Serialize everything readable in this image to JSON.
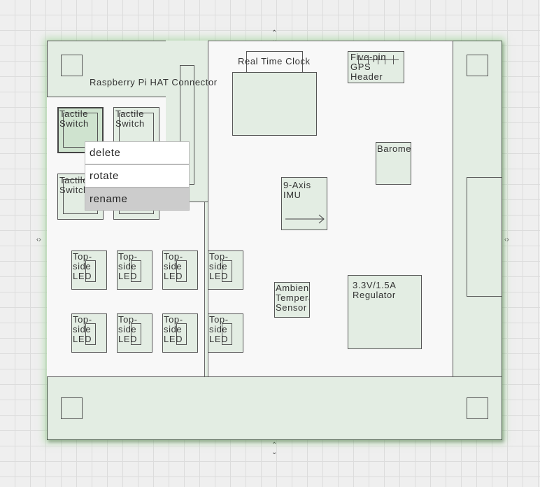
{
  "board": {
    "connector_label": "Raspberry Pi HAT Connector",
    "rtc_label": "Real Time Clock",
    "gps_label": "Five-pin\nGPS\nHeader",
    "baro_label": "Barome",
    "imu_label": "9-Axis\nIMU",
    "temp_label": "Ambien\nTempera\nSensor",
    "reg_label": "3.3V/1.5A\nRegulator",
    "switch_labels": [
      "Tactile\nSwitch",
      "Tactile\nSwitch",
      "Tactile\nSwitch"
    ],
    "led_labels": [
      "Top-\nside\nLED",
      "Top-\nside\nLED",
      "Top-\nside\nLED",
      "Top-\nside\nLED",
      "Top-\nside\nLED",
      "Top-\nside\nLED",
      "Top-\nside\nLED",
      "Top-\nside\nLED"
    ]
  },
  "context_menu": {
    "items": [
      "delete",
      "rotate",
      "rename"
    ],
    "highlighted": "rename"
  },
  "handles": {
    "vertical": "⇕",
    "horizontal": "⇔"
  },
  "colors": {
    "board_fill": "#e3ede3",
    "board_glow": "#96d28c",
    "menu_highlight": "#cccccc"
  }
}
